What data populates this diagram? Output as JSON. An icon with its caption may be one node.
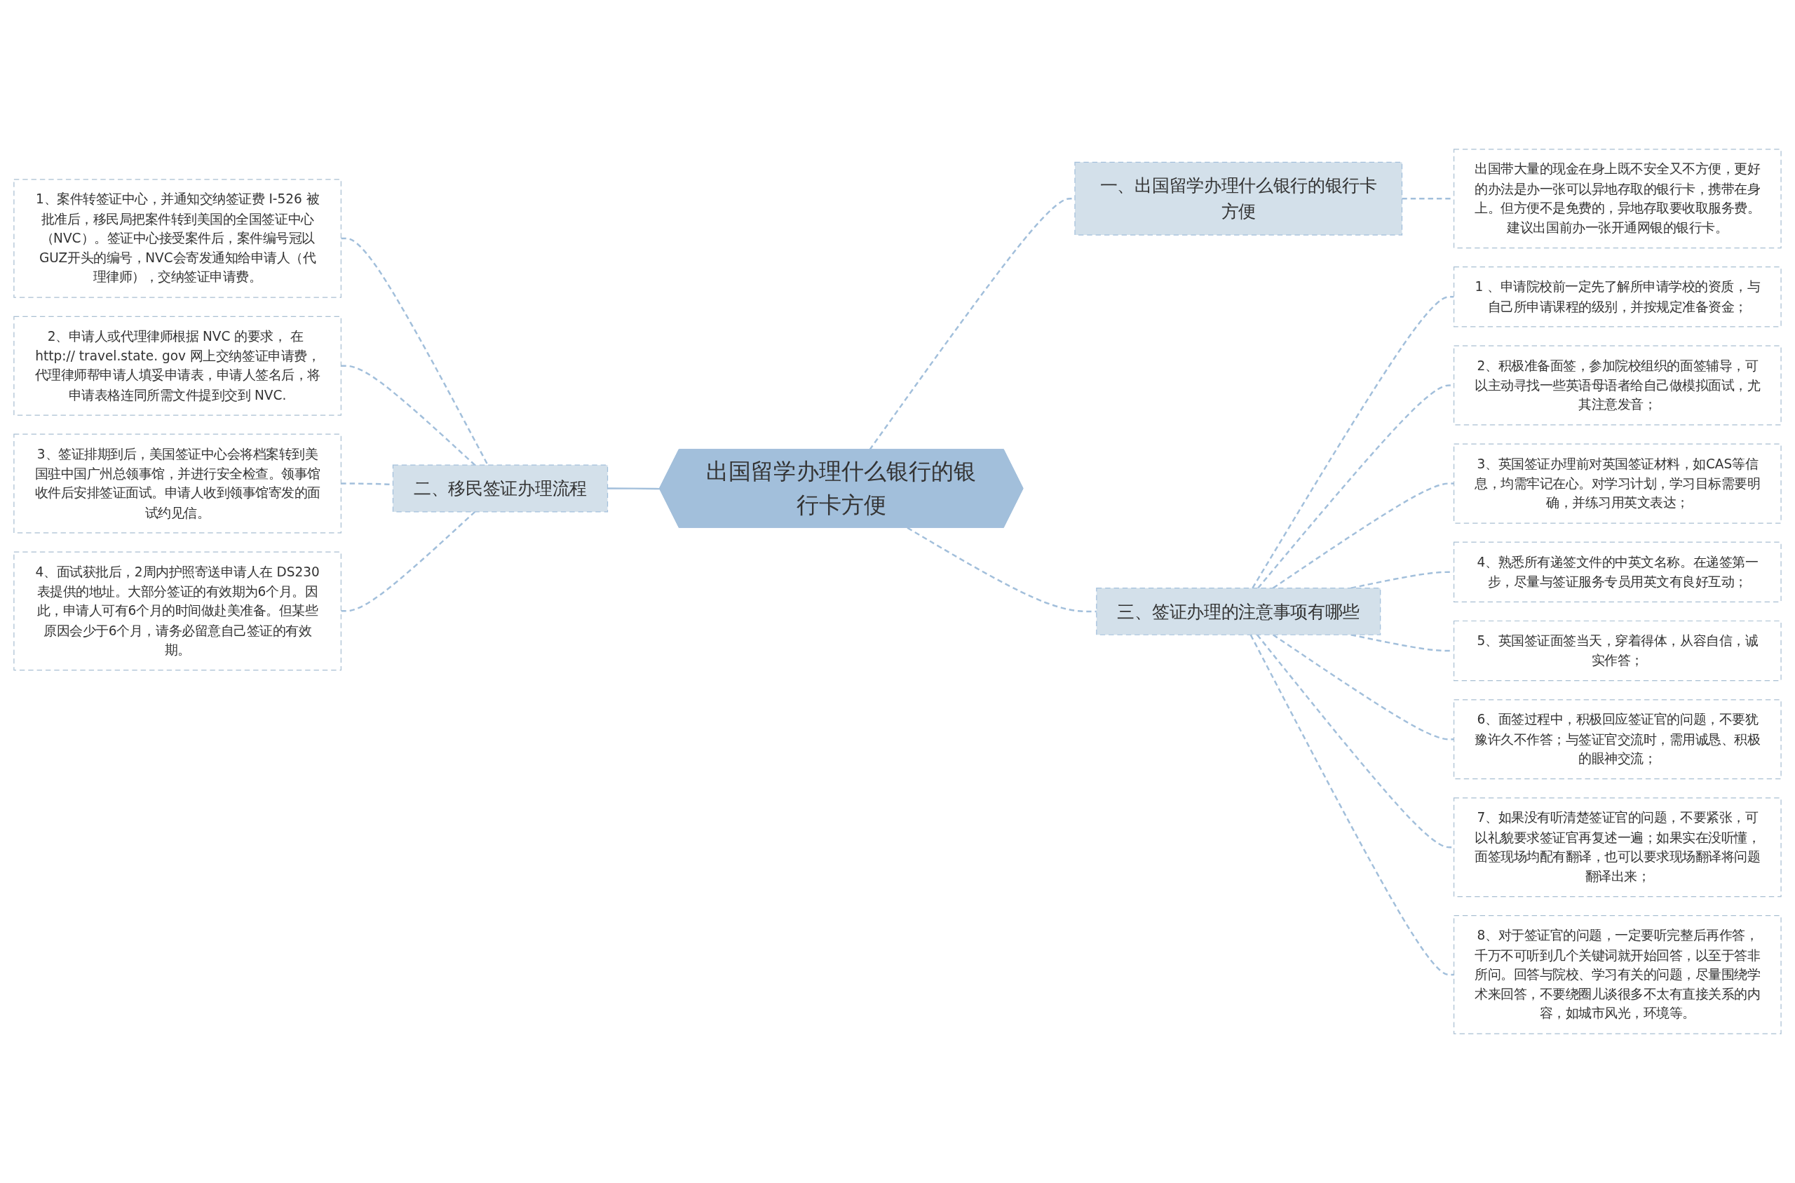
{
  "diagram": {
    "nodes": [
      {
        "text": [
          "出国留学办理什么银行的银行卡方便"
        ]
      },
      {
        "text": [
          "一、出国留学办理什么银行的银行卡方便"
        ]
      },
      {
        "text": [
          "出国带大量的现金在身上既不安全又不方便，更好的办法是办一张可以异地存取的银行卡，携带在身上。但方便不是免费的，异地存取要收取服务费。建议出国前办一张开通网银的银行卡。"
        ]
      },
      {
        "text": [
          "二、移民签证办理流程"
        ]
      },
      {
        "text": [
          "1、案件转签证中心，并通知交纳签证费 I-526 被批准后，移民局把案件转到美国的全国签证中心（NVC）。签证中心接受案件后，案件编号冠以GUZ开头的编号，NVC会寄发通知给申请人（代理律师），交纳签证申请费。"
        ]
      },
      {
        "text": [
          "2、申请人或代理律师根据 NVC 的要求， 在 http:// travel.state. gov 网上交纳签证申请费，代理律师帮申请人填妥申请表，申请人签名后，将申请表格连同所需文件提到交到 NVC."
        ]
      },
      {
        "text": [
          "3、签证排期到后，美国签证中心会将档案转到美国驻中国广州总领事馆，并进行安全检查。领事馆收件后安排签证面试。申请人收到领事馆寄发的面试约见信。"
        ]
      },
      {
        "text": [
          "4、面试获批后，2周内护照寄送申请人在 DS230表提供的地址。大部分签证的有效期为6个月。因此，申请人可有6个月的时间做赴美准备。但某些原因会少于6个月，请务必留意自己签证的有效期。"
        ]
      },
      {
        "text": [
          "三、签证办理的注意事项有哪些"
        ]
      },
      {
        "text": [
          "1 、申请院校前一定先了解所申请学校的资质，与自己所申请课程的级别，并按规定准备资金；"
        ]
      },
      {
        "text": [
          "2、积极准备面签，参加院校组织的面签辅导，可以主动寻找一些英语母语者给自己做模拟面试，尤其注意发音；"
        ]
      },
      {
        "text": [
          "3、英国签证办理前对英国签证材料，如CAS等信息，均需牢记在心。对学习计划，学习目标需要明确，并练习用英文表达；"
        ]
      },
      {
        "text": [
          "4、熟悉所有递签文件的中英文名称。在递签第一步，尽量与签证服务专员用英文有良好互动；"
        ]
      },
      {
        "text": [
          "5、英国签证面签当天，穿着得体，从容自信，诚实作答；"
        ]
      },
      {
        "text": [
          "6、面签过程中，积极回应签证官的问题，不要犹豫许久不作答；与签证官交流时，需用诚恳、积极的眼神交流；"
        ]
      },
      {
        "text": [
          "7、如果没有听清楚签证官的问题，不要紧张，可以礼貌要求签证官再复述一遍；如果实在没听懂，面签现场均配有翻译，也可以要求现场翻译将问题翻译出来；"
        ]
      },
      {
        "text": [
          "8、对于签证官的问题，一定要听完整后再作答，千万不可听到几个关键词就开始回答，以至于答非所问。回答与院校、学习有关的问题，尽量围绕学术来回答，不要绕圈儿谈很多不太有直接关系的内容，如城市风光，环境等。"
        ]
      }
    ],
    "edges": [
      {
        "from": 0,
        "to": 1,
        "arrow": "none",
        "style": "dashed"
      },
      {
        "from": 1,
        "to": 2,
        "arrow": "none",
        "style": "dashed"
      },
      {
        "from": 0,
        "to": 3,
        "arrow": "none"
      },
      {
        "from": 3,
        "to": 4,
        "arrow": "none",
        "style": "dashed"
      },
      {
        "from": 3,
        "to": 5,
        "arrow": "none",
        "style": "dashed"
      },
      {
        "from": 3,
        "to": 6,
        "arrow": "none",
        "style": "dashed"
      },
      {
        "from": 3,
        "to": 7,
        "arrow": "none",
        "style": "dashed"
      },
      {
        "from": 0,
        "to": 8,
        "arrow": "none",
        "style": "dashed"
      },
      {
        "from": 8,
        "to": 9,
        "arrow": "none",
        "style": "dashed"
      },
      {
        "from": 8,
        "to": 10,
        "arrow": "none",
        "style": "dashed"
      },
      {
        "from": 8,
        "to": 11,
        "arrow": "none",
        "style": "dashed"
      },
      {
        "from": 8,
        "to": 12,
        "arrow": "none",
        "style": "dashed"
      },
      {
        "from": 8,
        "to": 13,
        "arrow": "none",
        "style": "dashed"
      },
      {
        "from": 8,
        "to": 14,
        "arrow": "none",
        "style": "dashed"
      },
      {
        "from": 8,
        "to": 15,
        "arrow": "none",
        "style": "dashed"
      },
      {
        "from": 8,
        "to": 16,
        "arrow": "none",
        "style": "dashed"
      }
    ]
  }
}
